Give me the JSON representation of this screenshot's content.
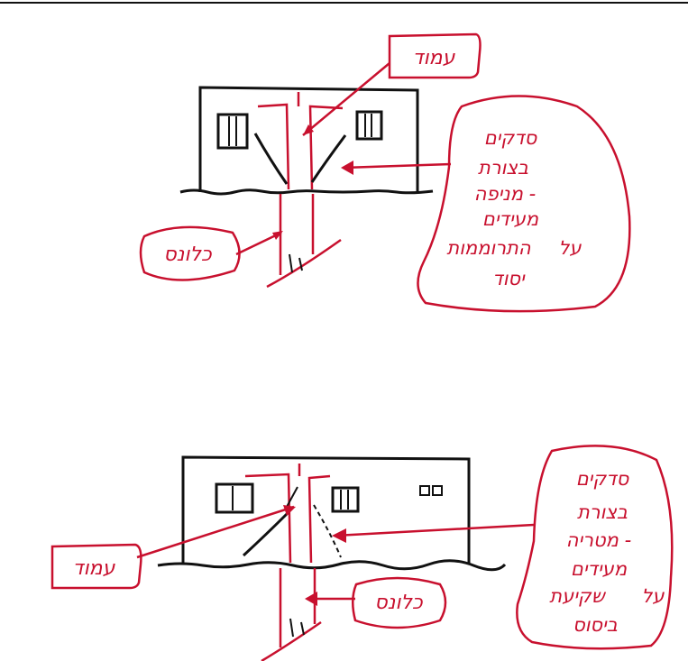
{
  "colors": {
    "ink": "#111111",
    "red": "#c8102e"
  },
  "top_diagram": {
    "label_column": "עמוד",
    "label_pile": "כלונס",
    "note_lines": [
      "סדקים",
      "בצורת",
      "מניפה -",
      "מעידים",
      "על",
      "התרוממות",
      "יסוד"
    ]
  },
  "bottom_diagram": {
    "label_column": "עמוד",
    "label_pile": "כלונס",
    "note_lines": [
      "סדקים",
      "בצורת",
      "מטריה -",
      "מעידים",
      "על",
      "שקיעת",
      "ביסוס"
    ]
  }
}
